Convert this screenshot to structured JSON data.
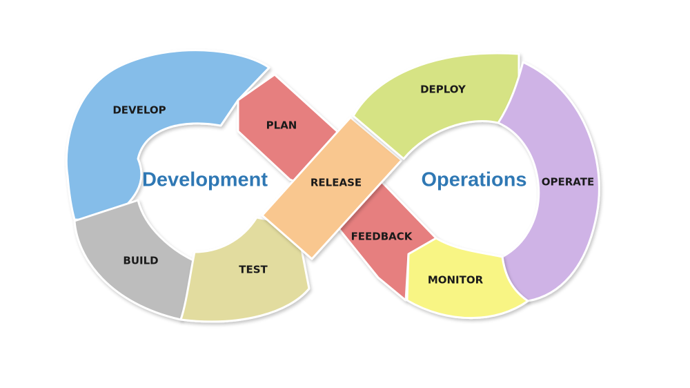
{
  "diagram": {
    "left_hub": {
      "title": "Development"
    },
    "right_hub": {
      "title": "Operations"
    },
    "segments": [
      {
        "id": "develop",
        "label": "DEVELOP",
        "color": "#85bde9"
      },
      {
        "id": "plan",
        "label": "PLAN",
        "color": "#e67f7f"
      },
      {
        "id": "release",
        "label": "RELEASE",
        "color": "#f9c78f"
      },
      {
        "id": "feedback",
        "label": "FEEDBACK",
        "color": "#e67f7f"
      },
      {
        "id": "deploy",
        "label": "DEPLOY",
        "color": "#d6e384"
      },
      {
        "id": "operate",
        "label": "OPERATE",
        "color": "#cfb3e6"
      },
      {
        "id": "monitor",
        "label": "MONITOR",
        "color": "#f8f584"
      },
      {
        "id": "build",
        "label": "BUILD",
        "color": "#bdbdbd"
      },
      {
        "id": "test",
        "label": "TEST",
        "color": "#e2dc9f"
      }
    ]
  }
}
